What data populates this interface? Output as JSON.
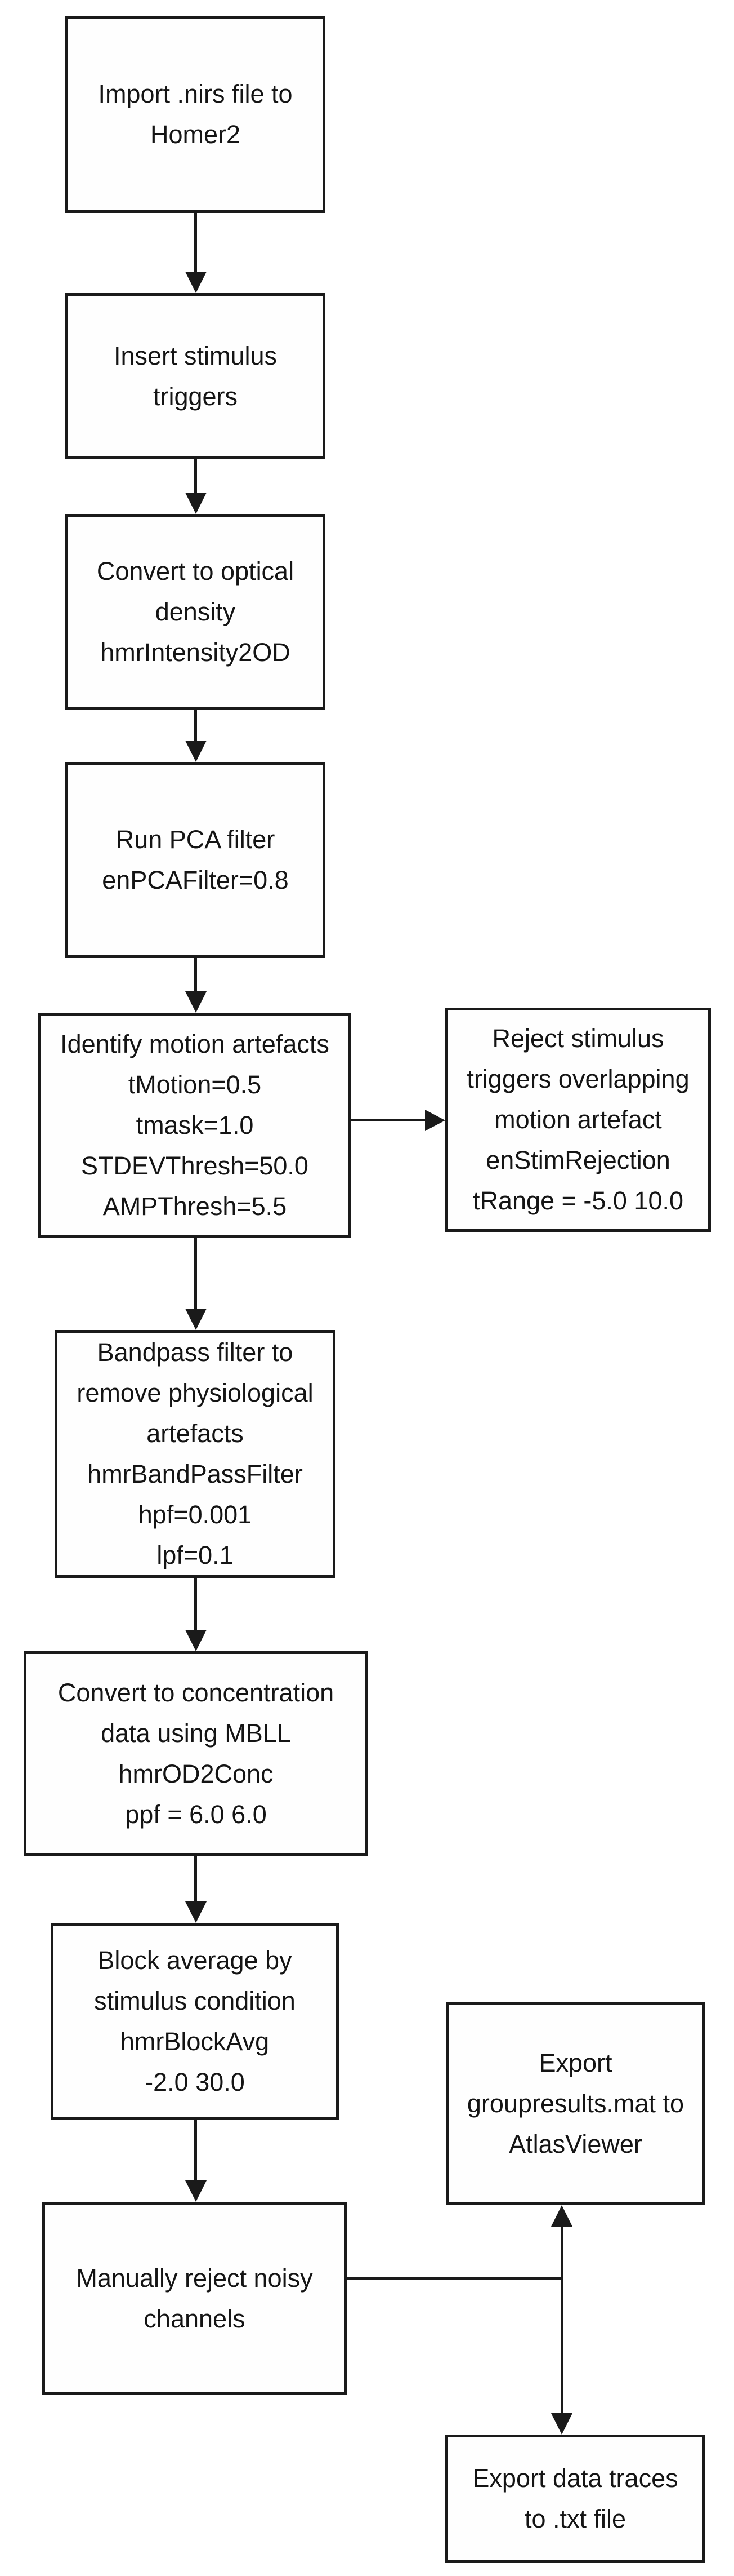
{
  "nodes": {
    "import": {
      "lines": [
        "Import .nirs file to",
        "Homer2"
      ]
    },
    "insert_triggers": {
      "lines": [
        "Insert stimulus",
        "triggers"
      ]
    },
    "convert_od": {
      "lines": [
        "Convert to optical",
        "density",
        "hmrIntensity2OD"
      ]
    },
    "pca_filter": {
      "lines": [
        "Run PCA filter",
        "enPCAFilter=0.8"
      ]
    },
    "identify_motion": {
      "lines": [
        "Identify motion artefacts",
        "tMotion=0.5",
        "tmask=1.0",
        "STDEVThresh=50.0",
        "AMPThresh=5.5"
      ]
    },
    "reject_stimulus": {
      "lines": [
        "Reject stimulus",
        "triggers overlapping",
        "motion artefact",
        "enStimRejection",
        "tRange = -5.0 10.0"
      ]
    },
    "bandpass": {
      "lines": [
        "Bandpass filter to",
        "remove physiological",
        "artefacts",
        "hmrBandPassFilter",
        "hpf=0.001",
        "lpf=0.1"
      ]
    },
    "convert_conc": {
      "lines": [
        "Convert to concentration",
        "data using MBLL",
        "hmrOD2Conc",
        "ppf = 6.0 6.0"
      ]
    },
    "block_avg": {
      "lines": [
        "Block average by",
        "stimulus condition",
        "hmrBlockAvg",
        "-2.0 30.0"
      ]
    },
    "manual_reject": {
      "lines": [
        "Manually reject noisy",
        "channels"
      ]
    },
    "export_atlas": {
      "lines": [
        "Export",
        "groupresults.mat to",
        "AtlasViewer"
      ]
    },
    "export_txt": {
      "lines": [
        "Export data traces",
        "to .txt file"
      ]
    }
  },
  "colors": {
    "line": "#1a1a1a",
    "text": "#141414",
    "background": "#ffffff"
  }
}
